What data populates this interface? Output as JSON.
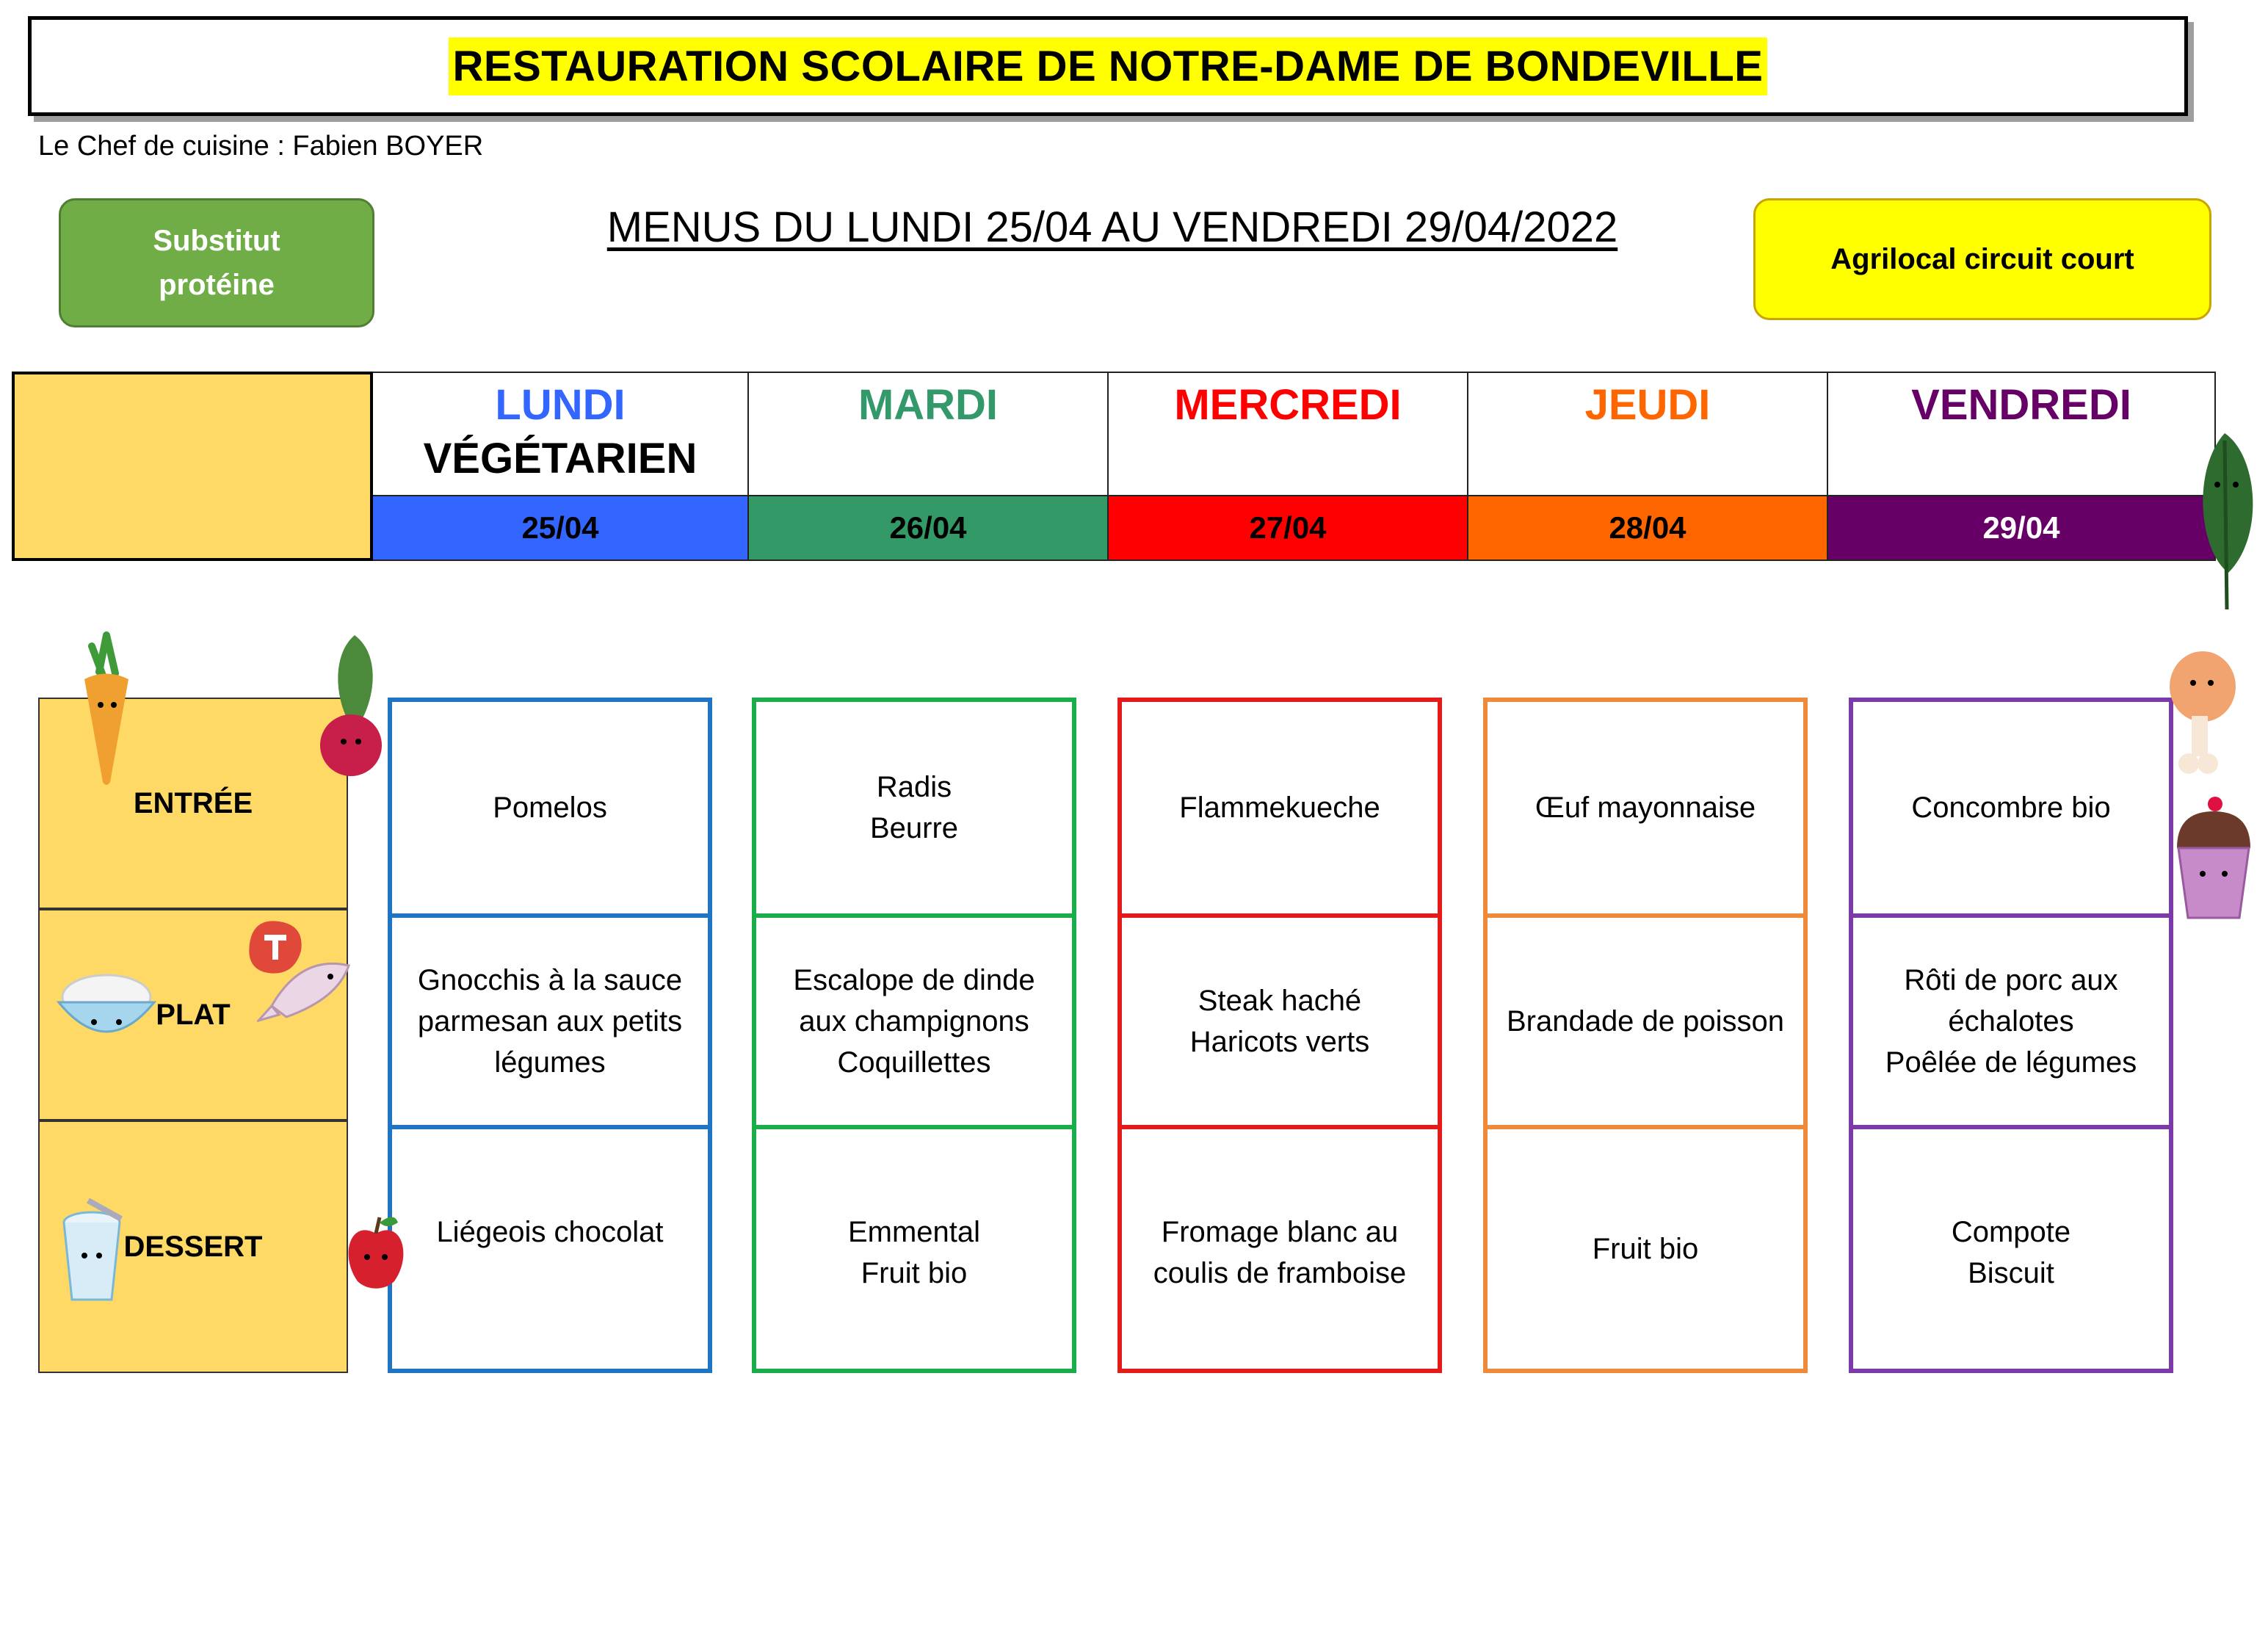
{
  "header": {
    "title": "RESTAURATION SCOLAIRE DE NOTRE-DAME DE BONDEVILLE",
    "chef": "Le Chef de cuisine : Fabien BOYER",
    "week": "MENUS DU LUNDI 25/04 AU VENDREDI 29/04/2022"
  },
  "legend": {
    "substitut": "Substitut\nprotéine",
    "agrilocal": "Agrilocal circuit court"
  },
  "courses": [
    "ENTRÉE",
    "PLAT",
    "DESSERT"
  ],
  "days": [
    {
      "name": "LUNDI",
      "sub": "VÉGÉTARIEN",
      "date": "25/04",
      "color": "#3366ff",
      "date_bg": "#3366ff",
      "border": "#1f74c4",
      "entree": "Pomelos",
      "plat": "Gnocchis à la sauce parmesan aux petits légumes",
      "dessert": "Liégeois chocolat"
    },
    {
      "name": "MARDI",
      "sub": "",
      "date": "26/04",
      "color": "#33996a",
      "date_bg": "#339966",
      "border": "#1aad4a",
      "entree": "Radis\nBeurre",
      "plat": "Escalope de dinde aux champignons\nCoquillettes",
      "dessert": "Emmental\nFruit bio"
    },
    {
      "name": "MERCREDI",
      "sub": "",
      "date": "27/04",
      "color": "#ff0000",
      "date_bg": "#ff0000",
      "border": "#e41b1b",
      "entree": "Flammekueche",
      "plat": "Steak haché\nHaricots verts",
      "dessert": "Fromage blanc au coulis de framboise"
    },
    {
      "name": "JEUDI",
      "sub": "",
      "date": "28/04",
      "color": "#ff6600",
      "date_bg": "#ff6600",
      "border": "#ee8a3a",
      "entree": "Œuf mayonnaise",
      "plat": "Brandade de poisson",
      "dessert": "Fruit bio"
    },
    {
      "name": "VENDREDI",
      "sub": "",
      "date": "29/04",
      "color": "#660066",
      "date_bg": "#660066",
      "border": "#7b3aa8",
      "entree": "Concombre bio",
      "plat": "Rôti de porc aux échalotes\nPoêlée de légumes",
      "dessert": "Compote\nBiscuit"
    }
  ],
  "icons": [
    "carrot-icon",
    "radish-icon",
    "rice-bowl-icon",
    "meat-icon",
    "fish-icon",
    "yogurt-icon",
    "apple-icon",
    "spinach-leaf-icon",
    "chicken-leg-icon",
    "cupcake-icon"
  ]
}
